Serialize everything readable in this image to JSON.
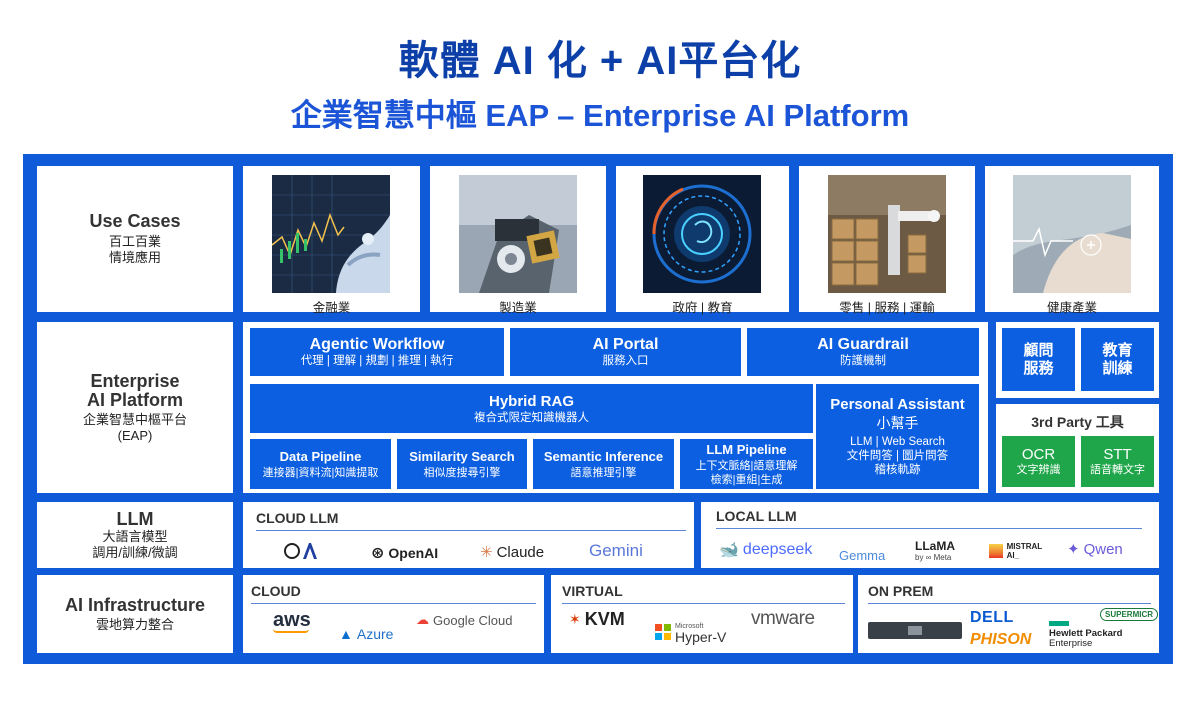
{
  "title": "軟體 AI 化 + AI平台化",
  "subtitle": "企業智慧中樞 EAP – Enterprise AI Platform",
  "use_cases": {
    "label_en": "Use Cases",
    "label_zh1": "百工百業",
    "label_zh2": "情境應用",
    "items": [
      "金融業",
      "製造業",
      "政府 | 教育",
      "零售 | 服務 | 運輸",
      "健康產業"
    ]
  },
  "eap": {
    "label_en1": "Enterprise",
    "label_en2": "AI Platform",
    "label_zh": "企業智慧中樞平台",
    "label_abbr": "(EAP)",
    "agentic": {
      "title": "Agentic Workflow",
      "sub": "代理 | 理解 | 規劃 | 推理 | 執行"
    },
    "portal": {
      "title": "AI Portal",
      "sub": "服務入口"
    },
    "guardrail": {
      "title": "AI Guardrail",
      "sub": "防護機制"
    },
    "rag": {
      "title": "Hybrid RAG",
      "sub": "複合式限定知識機器人"
    },
    "pa": {
      "title": "Personal Assistant",
      "title_zh": "小幫手",
      "sub1": "LLM | Web Search",
      "sub2": "文件問答 | 圖片問答",
      "sub3": "稽核軌跡"
    },
    "pipeline": {
      "title": "Data Pipeline",
      "sub": "連接器|資料流|知識提取"
    },
    "similarity": {
      "title": "Similarity Search",
      "sub": "相似度搜尋引擎"
    },
    "semantic": {
      "title": "Semantic Inference",
      "sub": "語意推理引擎"
    },
    "llm_pipe": {
      "title": "LLM Pipeline",
      "sub1": "上下文脈絡|語意理解",
      "sub2": "檢索|重組|生成"
    },
    "consult": "顧問\n服務",
    "education": "教育\n訓練",
    "third_party": "3rd Party 工具",
    "ocr": {
      "title": "OCR",
      "sub": "文字辨識"
    },
    "stt": {
      "title": "STT",
      "sub": "語音轉文字"
    }
  },
  "llm": {
    "label_en": "LLM",
    "label_zh1": "大語言模型",
    "label_zh2": "調用/訓練/微調",
    "cloud_title": "CLOUD LLM",
    "cloud_logos": [
      "OpenAI",
      "Claude",
      "Gemini"
    ],
    "local_title": "LOCAL LLM",
    "local_logos": [
      "deepseek",
      "Gemma",
      "LLaMA",
      "MISTRAL AI_",
      "Qwen"
    ],
    "llama_sub": "by ∞ Meta"
  },
  "infra": {
    "label_en": "AI Infrastructure",
    "label_zh": "雲地算力整合",
    "cloud_title": "CLOUD",
    "cloud_logos": [
      "aws",
      "Google Cloud",
      "Azure"
    ],
    "virtual_title": "VIRTUAL",
    "virtual_logos": [
      "KVM",
      "vmware",
      "Hyper-V"
    ],
    "hyperv_small": "Microsoft",
    "onprem_title": "ON PREM",
    "onprem_logos": [
      "DELL",
      "SUPERMICR",
      "PHISON",
      "Hewlett Packard",
      "Enterprise"
    ]
  }
}
